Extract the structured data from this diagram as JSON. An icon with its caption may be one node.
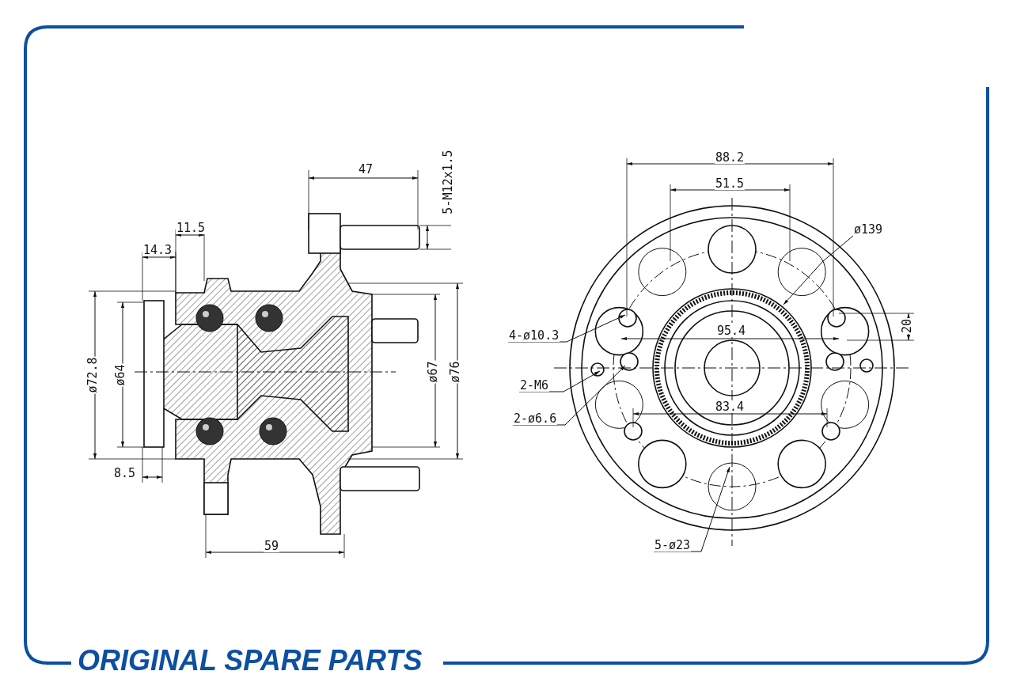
{
  "diagram": {
    "nodes": [
      {
        "text": [
          "ø139"
        ]
      },
      {
        "text": [
          "4-ø10.3"
        ]
      },
      {
        "text": [
          "2-M6"
        ]
      },
      {
        "text": [
          "2-ø6.6"
        ]
      },
      {
        "text": [
          "5-ø23"
        ]
      }
    ],
    "edges": [
      {
        "from": 0,
        "to": null,
        "arrow": "to"
      },
      {
        "from": 1,
        "to": null,
        "arrow": "to"
      },
      {
        "from": 2,
        "to": null,
        "arrow": "to"
      },
      {
        "from": 3,
        "to": null,
        "arrow": "to"
      },
      {
        "from": 4,
        "to": null,
        "arrow": "to"
      }
    ],
    "labels": [
      "47",
      "5-M12x1.5",
      "11.5",
      "14.3",
      "ø72.8",
      "ø64",
      "ø67",
      "ø76",
      "8.5",
      "59",
      "88.2",
      "51.5",
      "95.4",
      "20",
      "83.4",
      "ORIGINAL SPARE PARTS"
    ]
  }
}
